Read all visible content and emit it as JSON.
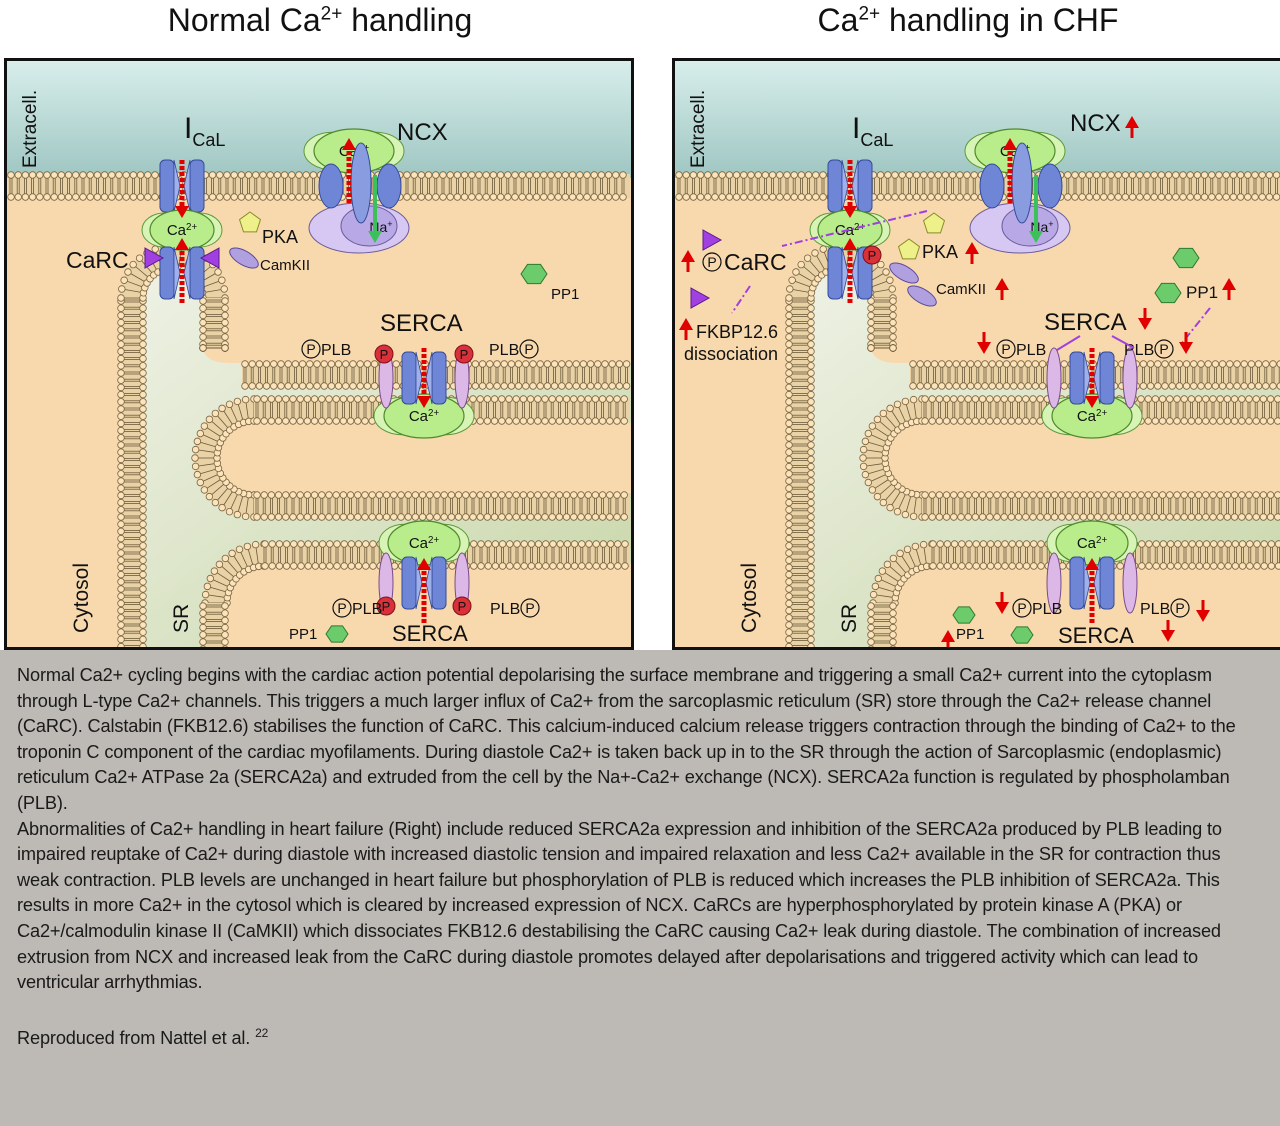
{
  "titles": {
    "left": {
      "prefix": "Normal Ca",
      "sup": "2+",
      "suffix": " handling"
    },
    "right": {
      "prefix": "Ca",
      "sup": "2+",
      "suffix": " handling in CHF"
    }
  },
  "colors": {
    "extracellular": "#bfe0de",
    "cytosol": "#f8d9ad",
    "sr_lumen": "#dfe6cc",
    "channel_blue": "#6f86d6",
    "ca_green": "#b9ec8a",
    "arrow_red": "#e00000",
    "arrow_green": "#3cc05a",
    "ncx_purple": "#b8a8e6",
    "phospho_red": "#d9303a",
    "pka_yellow": "#eef08a",
    "pp1_green": "#6ccc6c",
    "fkbp_violet": "#a040e0",
    "caption_bg": "#bdbab5"
  },
  "left_panel": {
    "region_labels": {
      "extracellular": "Extracell.",
      "cytosol": "Cytosol",
      "sr": "SR"
    },
    "ical": {
      "main": "I",
      "sub": "CaL"
    },
    "ncx": "NCX",
    "carc": "CaRC",
    "pka": "PKA",
    "camkii": "CamKII",
    "pp1_top": "PP1",
    "pp1_bottom": "PP1",
    "serca_top": "SERCA",
    "serca_bottom": "SERCA",
    "plb_left_top": "PLB",
    "plb_right_top": "PLB",
    "plb_left_bottom": "PLB",
    "plb_right_bottom": "PLB",
    "phospho": "P",
    "ion_ca": "Ca",
    "ion_ca_sup": "2+",
    "ion_na": "Na",
    "ion_na_sup": "+"
  },
  "right_panel": {
    "region_labels": {
      "extracellular": "Extracell.",
      "cytosol": "Cytosol",
      "sr": "SR"
    },
    "ical": {
      "main": "I",
      "sub": "CaL"
    },
    "ncx": "NCX",
    "ncx_change": "up",
    "carc": "CaRC",
    "carc_change": "up",
    "pka": "PKA",
    "pka_change": "up",
    "camkii": "CamKII",
    "camkii_change": "up",
    "fkbp_line1": "FKBP12.6",
    "fkbp_line2": "dissociation",
    "fkbp_change": "up",
    "pp1_top": "PP1",
    "pp1_top_change": "up",
    "pp1_bottom": "PP1",
    "pp1_bottom_change": "up",
    "serca_top": "SERCA",
    "serca_top_change": "down",
    "serca_bottom": "SERCA",
    "serca_bottom_change": "down",
    "plb_left_top": "PLB",
    "plb_right_top": "PLB",
    "plb_left_bottom": "PLB",
    "plb_right_bottom": "PLB",
    "plb_change": "down",
    "phospho": "P",
    "ion_ca": "Ca",
    "ion_ca_sup": "2+",
    "ion_na": "Na",
    "ion_na_sup": "+"
  },
  "caption": {
    "paragraph1": "Normal Ca2+ cycling begins with the cardiac action potential depolarising the surface membrane and triggering a small Ca2+ current into the cytoplasm through L-type Ca2+ channels.  This triggers a much larger influx of Ca2+ from the sarcoplasmic reticulum (SR) store through the Ca2+ release channel (CaRC).  Calstabin (FKB12.6) stabilises the function of CaRC.  This calcium-induced calcium release triggers contraction through the binding of Ca2+ to the troponin C component of the cardiac myofilaments.  During diastole Ca2+ is taken back up in to the SR through the action of Sarcoplasmic (endoplasmic) reticulum Ca2+ ATPase 2a (SERCA2a) and extruded from the cell by the Na+-Ca2+ exchange (NCX).  SERCA2a function is regulated by phospholamban (PLB).",
    "paragraph2": "Abnormalities of Ca2+ handling in heart failure (Right) include reduced SERCA2a expression and inhibition of the SERCA2a produced by PLB leading to impaired reuptake of Ca2+ during diastole with increased diastolic tension and impaired relaxation and less Ca2+ available in the SR for contraction thus weak contraction.  PLB levels are unchanged in heart failure but phosphorylation of PLB is reduced which increases the PLB inhibition of SERCA2a.  This results in more Ca2+ in the cytosol which is cleared by increased expression of NCX.  CaRCs are hyperphosphorylated by protein kinase A (PKA) or Ca2+/calmodulin kinase II (CaMKII) which dissociates FKB12.6 destabilising the CaRC causing Ca2+ leak during diastole. The combination of increased extrusion from NCX and increased leak from the CaRC during diastole promotes delayed after depolarisations and triggered activity which can lead to ventricular arrhythmias.",
    "reference_text": "Reproduced from Nattel et al. ",
    "reference_number": "22"
  }
}
